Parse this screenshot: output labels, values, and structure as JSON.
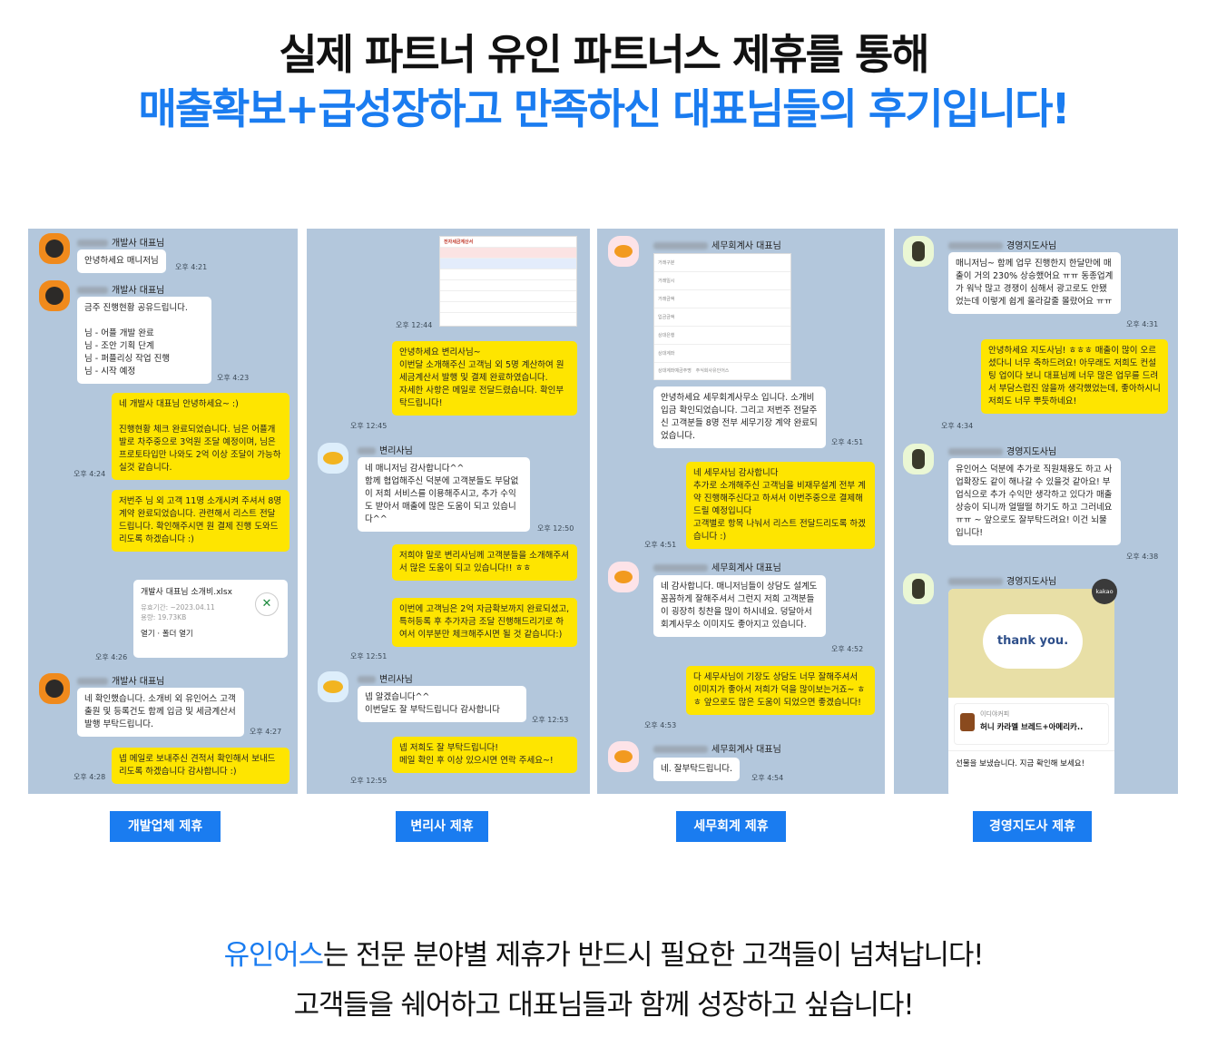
{
  "hero": {
    "line1": "실제 파트너 유인 파트너스 제휴를 통해",
    "line2": "매출확보+급성장하고 만족하신 대표님들의 후기입니다!"
  },
  "panels": [
    {
      "label": "개발업체 제휴",
      "items": [
        {
          "name": "개발사 대표님",
          "text": "안녕하세요 매니저님",
          "time": "오후 4:21"
        },
        {
          "name": "개발사 대표님",
          "text": "금주 진행현황 공유드립니다.\n\n님 - 어플 개발 완료\n님 - 조안 기획 단계\n님 - 퍼플리싱 작업 진행\n님 - 시작 예정",
          "time": "오후 4:23"
        },
        {
          "text": "네  개발사 대표님 안녕하세요~ :)\n\n진행현황 체크 완료되었습니다.  님은 어플개발로 차주중으로 3억원 조달 예정이며,  님은 프로토타입만 나와도 2억 이상 조달이 가능하실것 같습니다.",
          "time": "오후 4:24"
        },
        {
          "text": "저번주  님 외 고객 11명 소개시켜 주셔서 8명 계약 완료되었습니다. 관련해서 리스트 전달드립니다. 확인해주시면  원 결제 진행 도와드리도록 하겠습니다 :)"
        },
        {
          "file": "개발사 대표님 소개비.xlsx",
          "sub1": "유효기간: ~2023.04.11",
          "sub2": "용량: 19.73KB",
          "actions": "열기 · 폴더 열기",
          "time": "오후 4:26"
        },
        {
          "name": "개발사 대표님",
          "text": "네 확인했습니다. 소개비 외 유인어스 고객 출원 및 등록건도 함께 입금 및 세금계산서 발행 부탁드립니다.",
          "time": "오후 4:27"
        },
        {
          "text": "넵 메일로 보내주신 견적서 확인해서 보내드리도록 하겠습니다 감사합니다 :)",
          "time": "오후 4:28"
        }
      ]
    },
    {
      "label": "변리사 제휴",
      "items": [
        {
          "doc": "전자세금계산서",
          "time": "오후 12:44"
        },
        {
          "text": "안녕하세요  변리사님~\n이번달 소개해주신 고객님 외 5명 계산하여  원 세금계산서 발행 및 결제 완료하였습니다.\n자세한 사항은 메일로 전달드렸습니다. 확인부탁드립니다!",
          "time": "오후 12:45"
        },
        {
          "name": "변리사님",
          "text": "네 매니저님 감사합니다^^\n함께 협업해주신 덕분에 고객분들도 부담없이 저희 서비스를 이용해주시고, 추가 수익도 받아서 매출에 많은 도움이 되고 있습니다^^",
          "time": "오후 12:50"
        },
        {
          "text": "저희야 말로 변리사님께 고객분들을 소개해주셔서 많은 도움이 되고 있습니다!! ㅎㅎ"
        },
        {
          "text": "이번에  고객님은 2억 자금확보까지 완료되셨고, 특허등록 후 추가자금 조달 진행해드리기로 하여서 이부분만 체크해주시면 될 것 같습니다:)",
          "time": "오후 12:51"
        },
        {
          "name": "변리사님",
          "text": "넵 알겠습니다^^\n이번달도 잘 부탁드립니다 감사합니다",
          "time": "오후 12:53"
        },
        {
          "text": "넵 저희도 잘 부탁드립니다!\n메일 확인 후 이상 있으시면 연락 주세요~!",
          "time": "오후 12:55"
        }
      ]
    },
    {
      "label": "세무회계 제휴",
      "items": [
        {
          "name": "세무회계사 대표님",
          "doc_rows": [
            "거래구분",
            "거래일시",
            "거래금액",
            "입금금액",
            "상대은행",
            "상대계좌",
            "상대계좌예금주명"
          ],
          "doc_value": "주식회사유인어스"
        },
        {
          "text": "안녕하세요  세무회계사무소 입니다. 소개비 입금 확인되었습니다. 그리고 저번주 전달주신 고객분들 8명 전부 세무기장 계약 완료되었습니다.",
          "time": "오후 4:51"
        },
        {
          "text": "네 세무사님 감사합니다\n추가로 소개해주신 고객님을 비재무설계 전부 계약 진행해주신다고 하셔서 이번주중으로 결제해드릴 예정입니다\n고객별로 항목 나눠서 리스트 전달드리도록 하겠습니다 :)",
          "time": "오후 4:51"
        },
        {
          "name": "세무회계사 대표님",
          "text": "네 감사합니다. 매니저님들이 상담도 설계도 꼼꼼하게 잘해주셔서 그런지 저희 고객분들이 굉장히 칭찬을 많이 하시네요. 덩달아서  회계사무소 이미지도 좋아지고 있습니다.",
          "time": "오후 4:52"
        },
        {
          "text": "다 세무사님이 기장도 상담도 너무 잘해주셔서 이미지가 좋아서 저희가 덕을 많이보는거죠~ ㅎㅎ 앞으로도 많은 도움이 되었으면 좋겠습니다!",
          "time": "오후 4:53"
        },
        {
          "name": "세무회계사 대표님",
          "text": "네. 잘부탁드립니다.",
          "time": "오후 4:54"
        }
      ]
    },
    {
      "label": "경영지도사 제휴",
      "items": [
        {
          "name": "경영지도사님",
          "text": "매니저님~ 함께 업무 진행한지 한달만에 매출이 거의 230% 상승했어요 ㅠㅠ 동종업계가 워낙 많고 경쟁이 심해서 광고로도 안됐었는데 이렇게 쉽게 올라갈줄 몰랐어요 ㅠㅠ",
          "time": "오후 4:31"
        },
        {
          "text": "안녕하세요  지도사님! ㅎㅎㅎ 매출이 많이 오르셨다니 너무 축하드려요! 아무래도 저희도 컨설팅 업이다 보니 대표님께 너무 많은 업무를 드려서 부담스럽진 않을까 생각했었는데, 좋아하시니 저희도 너무 뿌듯하네요!",
          "time": "오후 4:34"
        },
        {
          "name": "경영지도사님",
          "text": "유인어스 덕분에 추가로 직원채용도 하고 사업확장도 같이 해나갈 수 있을것 같아요! 부업식으로 추가 수익만 생각하고 있다가 매출상승이 되니까 얼떨떨 하기도 하고 그러네요 ㅠㅠ ~ 앞으로도 잘부탁드려요! 이건 뇌물입니다!",
          "time": "오후 4:38"
        },
        {
          "name": "경영지도사님",
          "card_text": "thank you.",
          "badge": "kakao",
          "shop": "이디야커피",
          "product": "허니 카라멜 브레드+아메리카..",
          "note": "선물을 보냈습니다. 지금 확인해 보세요!"
        }
      ]
    }
  ],
  "footer": {
    "brand": "유인어스",
    "line1_rest": "는 전문 분야별 제휴가 반드시 필요한 고객들이 넘쳐납니다!",
    "line2": "고객들을 쉐어하고 대표님들과 함께 성장하고 싶습니다!"
  },
  "colors": {
    "accent": "#1a7cf0",
    "chat_bg": "#b3c7dc",
    "bubble_me": "#fee500",
    "bubble_other": "#ffffff"
  }
}
